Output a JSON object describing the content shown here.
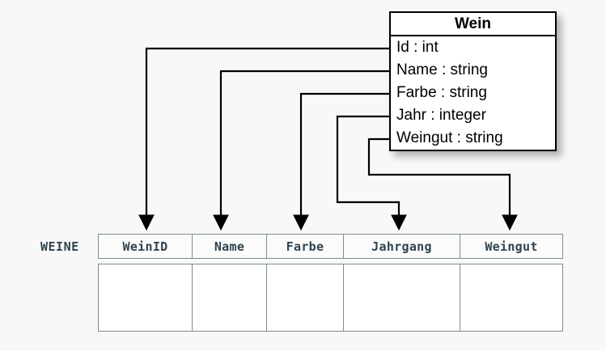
{
  "diagram": {
    "title": "Wein class to WEINE table mapping",
    "background_color": "#f8f8f8"
  },
  "uml_class": {
    "name": "Wein",
    "border_color": "#000000",
    "fill_color": "#ffffff",
    "attributes": [
      {
        "label": "Id : int",
        "name": "Id",
        "type": "int"
      },
      {
        "label": "Name : string",
        "name": "Name",
        "type": "string"
      },
      {
        "label": "Farbe : string",
        "name": "Farbe",
        "type": "string"
      },
      {
        "label": "Jahr : integer",
        "name": "Jahr",
        "type": "integer"
      },
      {
        "label": "Weingut : string",
        "name": "Weingut",
        "type": "string"
      }
    ]
  },
  "relational_table": {
    "label": "WEINE",
    "text_color": "#2f4450",
    "border_color": "#7c8c94",
    "columns": [
      {
        "header": "WeinID"
      },
      {
        "header": "Name"
      },
      {
        "header": "Farbe"
      },
      {
        "header": "Jahrgang"
      },
      {
        "header": "Weingut"
      }
    ],
    "empty_row_cells": [
      "",
      "",
      "",
      "",
      ""
    ]
  },
  "mappings": [
    {
      "from": "Id",
      "to": "WeinID"
    },
    {
      "from": "Name",
      "to": "Name"
    },
    {
      "from": "Farbe",
      "to": "Farbe"
    },
    {
      "from": "Jahr",
      "to": "Jahrgang"
    },
    {
      "from": "Weingut",
      "to": "Weingut"
    }
  ]
}
